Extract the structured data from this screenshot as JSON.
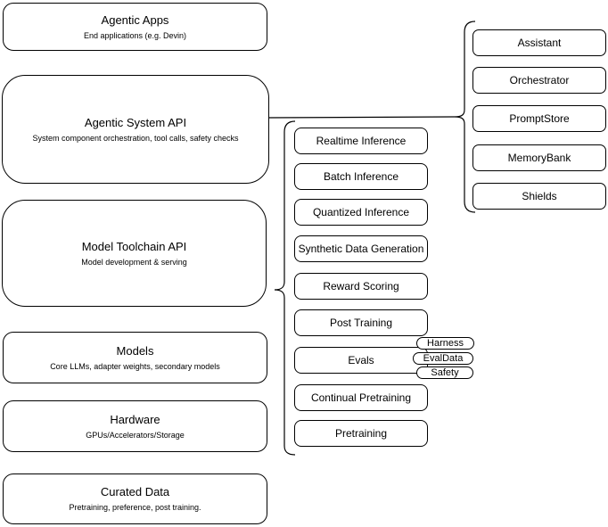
{
  "left_stack": [
    {
      "title": "Agentic Apps",
      "subtitle": "End applications (e.g. Devin)"
    },
    {
      "title": "Agentic System API",
      "subtitle": "System component orchestration, tool calls, safety checks"
    },
    {
      "title": "Model Toolchain API",
      "subtitle": "Model development & serving"
    },
    {
      "title": "Models",
      "subtitle": "Core LLMs, adapter weights, secondary models"
    },
    {
      "title": "Hardware",
      "subtitle": "GPUs/Accelerators/Storage"
    },
    {
      "title": "Curated Data",
      "subtitle": "Pretraining, preference, post training."
    }
  ],
  "toolchain_items": [
    {
      "label": "Realtime Inference"
    },
    {
      "label": "Batch Inference"
    },
    {
      "label": "Quantized Inference"
    },
    {
      "label": "Synthetic Data Generation"
    },
    {
      "label": "Reward Scoring"
    },
    {
      "label": "Post Training"
    },
    {
      "label": "Evals"
    },
    {
      "label": "Continual Pretraining"
    },
    {
      "label": "Pretraining"
    }
  ],
  "eval_tags": [
    {
      "label": "Harness"
    },
    {
      "label": "EvalData"
    },
    {
      "label": "Safety"
    }
  ],
  "system_components": [
    {
      "label": "Assistant"
    },
    {
      "label": "Orchestrator"
    },
    {
      "label": "PromptStore"
    },
    {
      "label": "MemoryBank"
    },
    {
      "label": "Shields"
    }
  ],
  "colors": {
    "line": "#000000",
    "node_fill": "#ffffff",
    "text": "#000000"
  }
}
